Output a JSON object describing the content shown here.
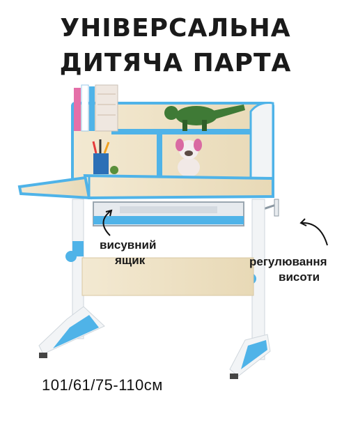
{
  "title": {
    "line1": "УНІВЕРСАЛЬНА",
    "line2": "ДИТЯЧА ПАРТА"
  },
  "annotations": {
    "drawer_line1": "висувний",
    "drawer_line2": "ящик",
    "height_line1": "регулювання",
    "height_line2": "висоти"
  },
  "dimensions": "101/61/75-110см",
  "colors": {
    "accent_blue": "#4fb3e8",
    "wood": "#efe3c6",
    "frame": "#f2f4f6",
    "text": "#1a1a1a"
  }
}
